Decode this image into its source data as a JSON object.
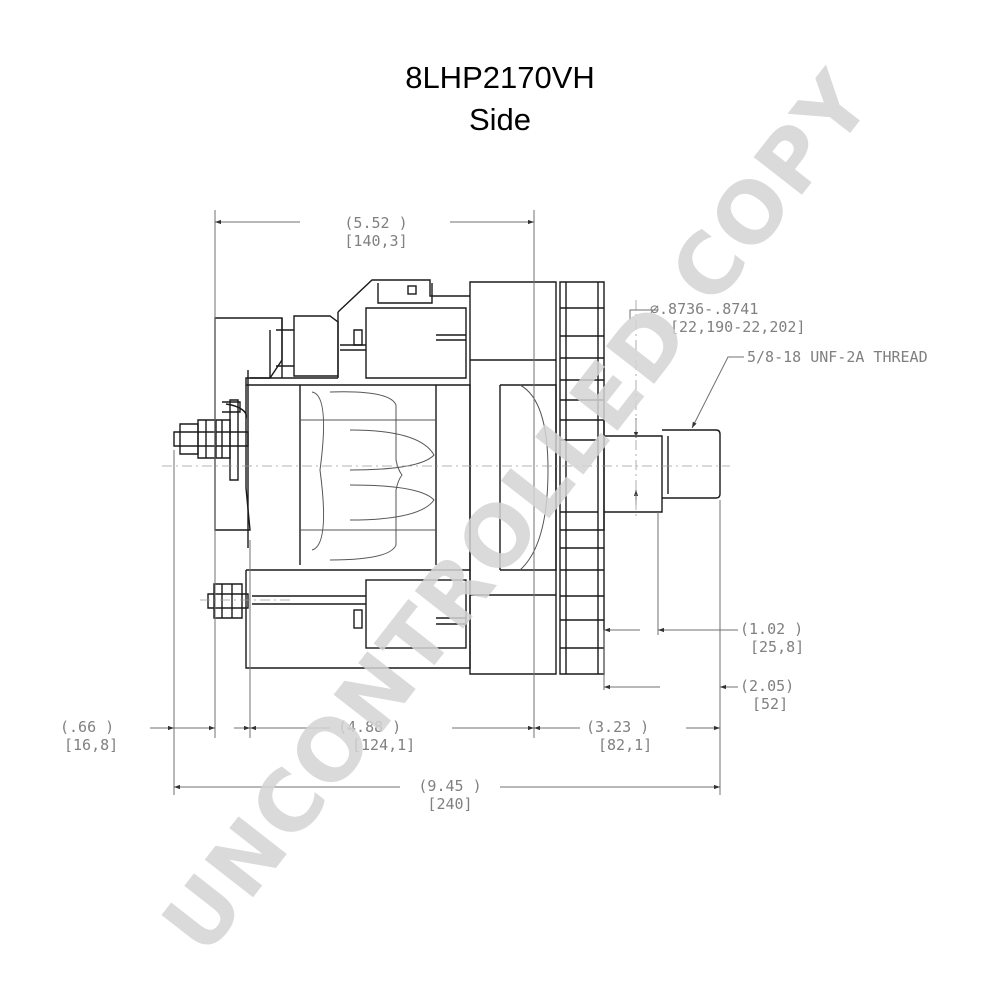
{
  "title": "8LHP2170VH",
  "subtitle": "Side",
  "watermark": "UNCONTROLLED COPY",
  "dimensions": {
    "overall_width_in": "(5.52    )",
    "overall_width_mm": "[140,3]",
    "shaft_dia_in": "∅.8736-.8741",
    "shaft_dia_mm": "[22,190-22,202]",
    "thread": "5/8-18 UNF-2A THREAD",
    "shaft_len_in": "(1.02   )",
    "shaft_len_mm": "[25,8]",
    "pulley_len_in": "(2.05)",
    "pulley_len_mm": "[52]",
    "terminal_in": "(.66    )",
    "terminal_mm": "[16,8]",
    "body_in": "(4.88    )",
    "body_mm": "[124,1]",
    "front_in": "(3.23    )",
    "front_mm": "[82,1]",
    "total_in": "(9.45 )",
    "total_mm": "[240]"
  },
  "colors": {
    "linework": "#1a1a1a",
    "dimension_text": "#808080",
    "watermark": "#d4d4d4"
  }
}
